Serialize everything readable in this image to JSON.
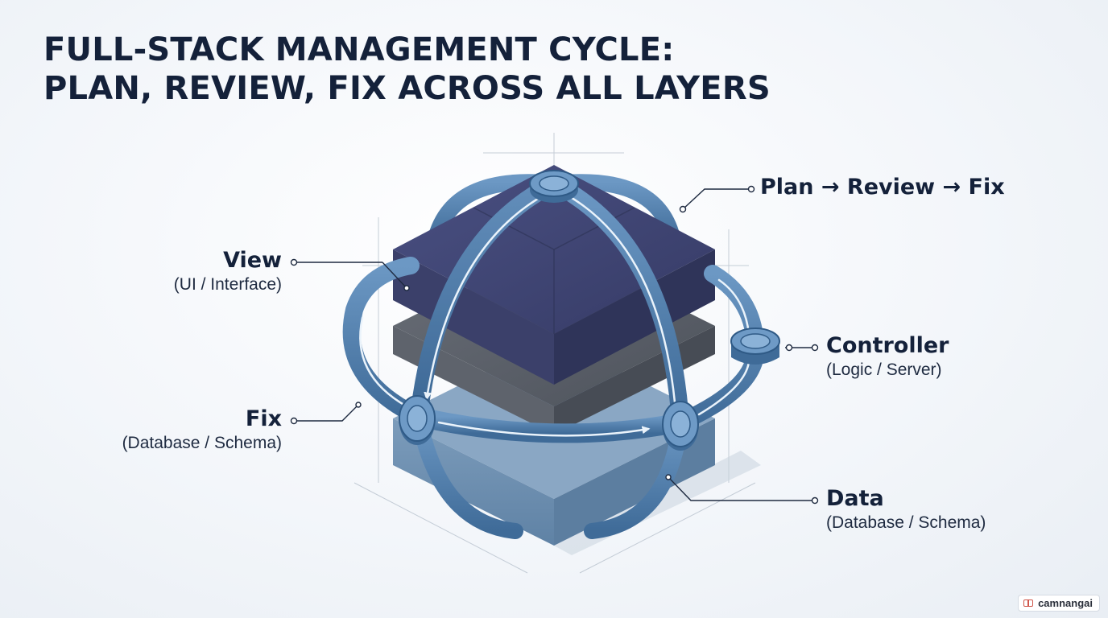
{
  "title": {
    "line1": "FULL-STACK MANAGEMENT CYCLE:",
    "line2": "PLAN, REVIEW, FIX ACROSS ALL LAYERS"
  },
  "labels": {
    "cycle": {
      "head": "Plan → Review → Fix"
    },
    "view": {
      "head": "View",
      "sub": "(UI / Interface)"
    },
    "controller": {
      "head": "Controller",
      "sub": "(Logic / Server)"
    },
    "fix": {
      "head": "Fix",
      "sub": "(Database / Schema)"
    },
    "data": {
      "head": "Data",
      "sub": "(Database / Schema)"
    }
  },
  "badge": {
    "text": "camnangai",
    "icon": "book-icon"
  },
  "colors": {
    "title": "#14213a",
    "view_layer": "#3f4574",
    "controller_layer": "#585d66",
    "data_layer": "#6f8fae",
    "ring": "#4f7ba8",
    "ring_light": "#7fa6cc"
  }
}
